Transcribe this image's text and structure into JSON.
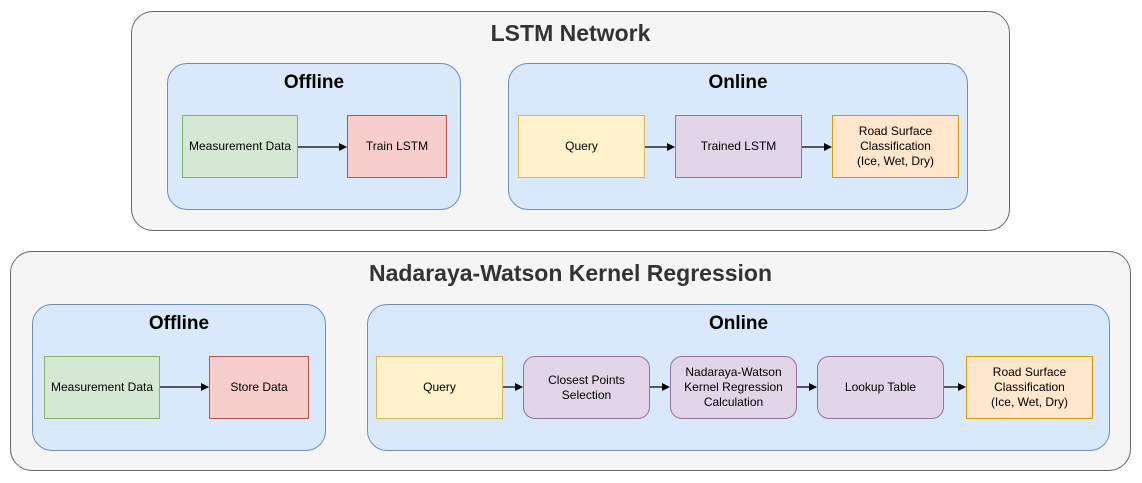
{
  "lstm": {
    "title": "LSTM Network",
    "offline": {
      "title": "Offline",
      "measurement": "Measurement Data",
      "train": "Train LSTM"
    },
    "online": {
      "title": "Online",
      "query": "Query",
      "trained": "Trained LSTM",
      "classification": "Road Surface\nClassification\n(Ice, Wet, Dry)"
    }
  },
  "nw": {
    "title": "Nadaraya-Watson Kernel Regression",
    "offline": {
      "title": "Offline",
      "measurement": "Measurement Data",
      "store": "Store Data"
    },
    "online": {
      "title": "Online",
      "query": "Query",
      "closest": "Closest Points\nSelection",
      "calc": "Nadaraya-Watson\nKernel Regression\nCalculation",
      "lookup": "Lookup Table",
      "classification": "Road Surface\nClassification\n(Ice, Wet, Dry)"
    }
  },
  "colors": {
    "panel_fill": "#f5f5f5",
    "group_fill": "#dae8fc",
    "green": "#d5e8d4",
    "red": "#f8cecc",
    "yellow": "#fff2cc",
    "purple": "#e1d5e7",
    "orange": "#ffe6cc"
  }
}
